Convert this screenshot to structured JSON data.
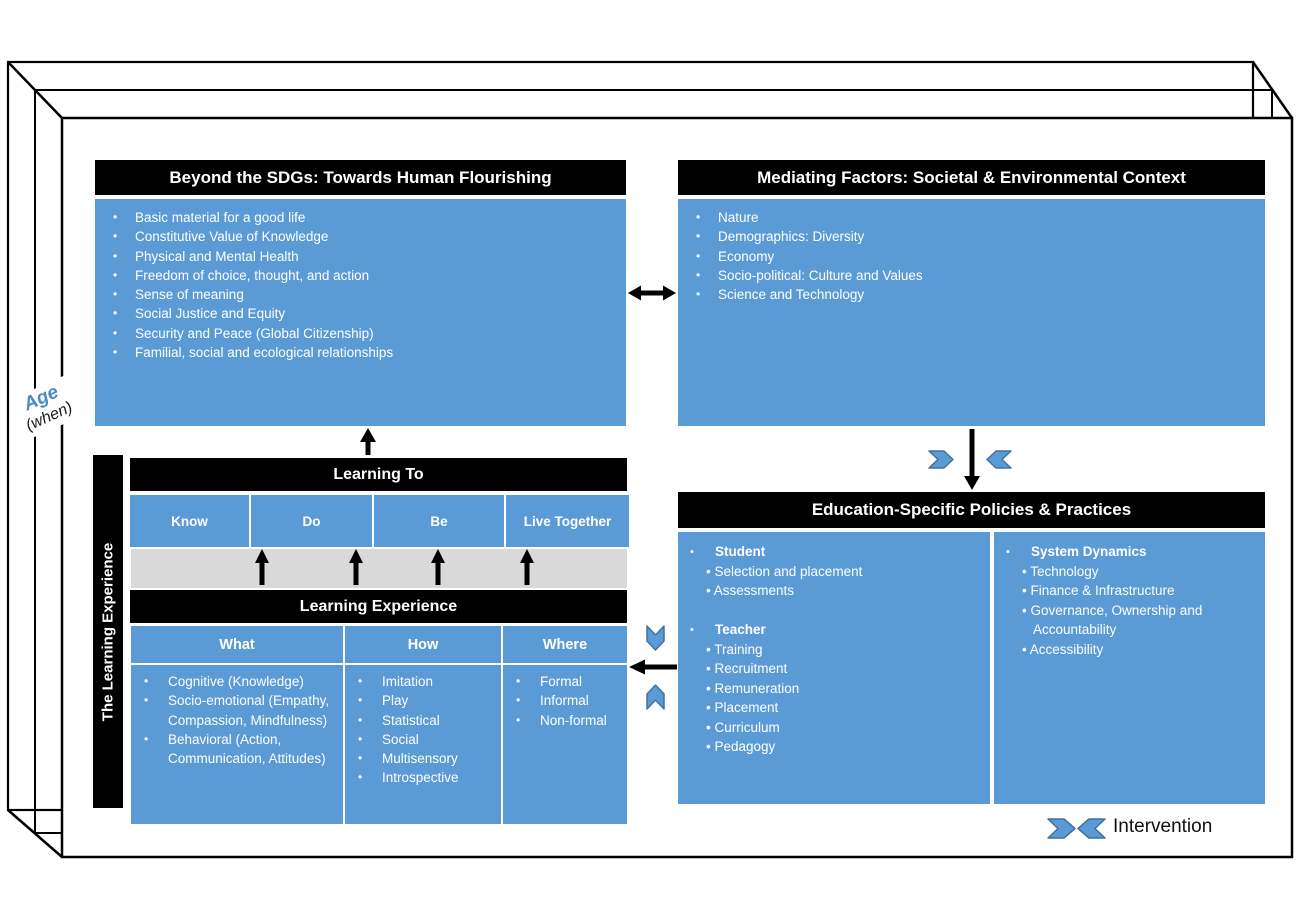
{
  "frame": {
    "age_label": "Age",
    "age_sub": "(when)"
  },
  "flourishing": {
    "title": "Beyond the SDGs: Towards Human Flourishing",
    "items": [
      "Basic material for a good life",
      "Constitutive Value of Knowledge",
      "Physical and Mental Health",
      "Freedom of choice, thought, and action",
      "Sense of meaning",
      "Social Justice and Equity",
      "Security and Peace (Global Citizenship)",
      "Familial, social and ecological relationships"
    ]
  },
  "mediating": {
    "title": "Mediating Factors: Societal & Environmental Context",
    "items": [
      "Nature",
      "Demographics: Diversity",
      "Economy",
      "Socio-political: Culture and Values",
      "Science and Technology"
    ]
  },
  "education": {
    "title": "Education-Specific Policies & Practices",
    "student": {
      "label": "Student",
      "items": [
        "Selection and placement",
        "Assessments"
      ]
    },
    "teacher": {
      "label": "Teacher",
      "items": [
        "Training",
        "Recruitment",
        "Remuneration",
        "Placement",
        "Curriculum",
        "Pedagogy"
      ]
    },
    "system_dynamics": {
      "label": "System Dynamics",
      "items": [
        "Technology",
        "Finance & Infrastructure",
        "Governance, Ownership and Accountability",
        "Accessibility"
      ]
    }
  },
  "learning": {
    "sidebar_label": "The Learning Experience",
    "learning_to": {
      "title": "Learning To",
      "pillars": [
        "Know",
        "Do",
        "Be",
        "Live Together"
      ]
    },
    "learning_experience": {
      "title": "Learning Experience",
      "columns": [
        {
          "header": "What",
          "items": [
            "Cognitive (Knowledge)",
            "Socio-emotional (Empathy, Compassion, Mindfulness)",
            "Behavioral (Action, Communication, Attitudes)"
          ]
        },
        {
          "header": "How",
          "items": [
            "Imitation",
            "Play",
            "Statistical",
            "Social",
            "Multisensory",
            "Introspective"
          ]
        },
        {
          "header": "Where",
          "items": [
            "Formal",
            "Informal",
            "Non-formal"
          ]
        }
      ]
    }
  },
  "legend": {
    "label": "Intervention"
  },
  "colors": {
    "panel_blue": "#5b9bd5",
    "chevron_border": "#41719c",
    "header_black": "#000000",
    "strip_gray": "#d9d9d9",
    "age_blue": "#4a8bc2"
  }
}
